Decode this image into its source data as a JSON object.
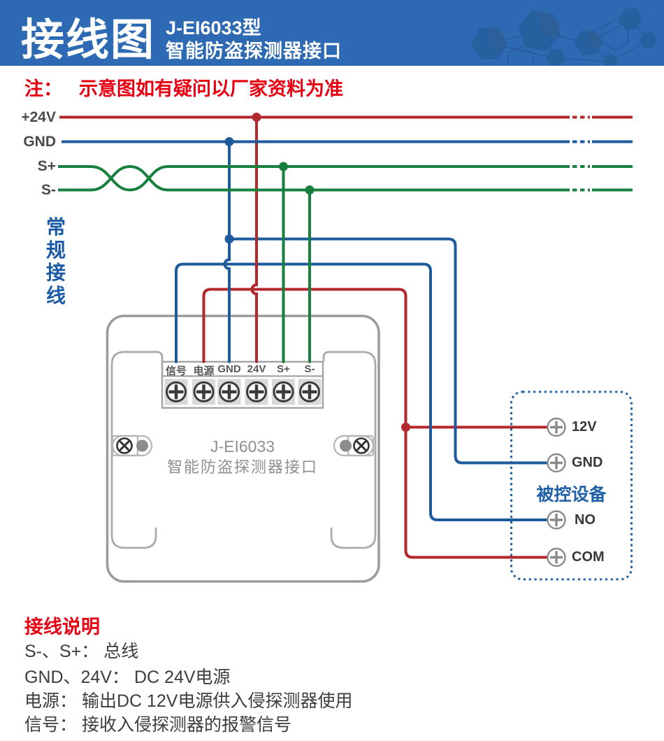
{
  "header": {
    "title": "接线图",
    "model": "J-EI6033型",
    "subtitle": "智能防盗探测器接口"
  },
  "note": {
    "prefix": "注：",
    "text": "示意图如有疑问以厂家资料为准"
  },
  "bus": {
    "labels": [
      "+24V",
      "GND",
      "S+",
      "S-"
    ]
  },
  "section_label": "常规接线",
  "device": {
    "model": "J-EI6033",
    "name": "智能防盗探测器接口",
    "terminals": [
      "信号",
      "电源",
      "GND",
      "24V",
      "S+",
      "S-"
    ]
  },
  "controlled_device": {
    "label": "被控设备",
    "terminals": [
      "12V",
      "GND",
      "NO",
      "COM"
    ]
  },
  "legend": {
    "heading": "接线说明",
    "lines": [
      "S-、S+： 总线",
      "GND、24V： DC 24V电源",
      "电源： 输出DC 12V电源供入侵探测器使用",
      "信号： 接收入侵探测器的报警信号"
    ]
  },
  "colors": {
    "header_blue": "#2d6ab3",
    "wire_red": "#b2282d",
    "wire_blue": "#1e5b9d",
    "wire_green": "#17803e",
    "note_red": "#e60012",
    "device_gray": "#9b9b9b"
  }
}
